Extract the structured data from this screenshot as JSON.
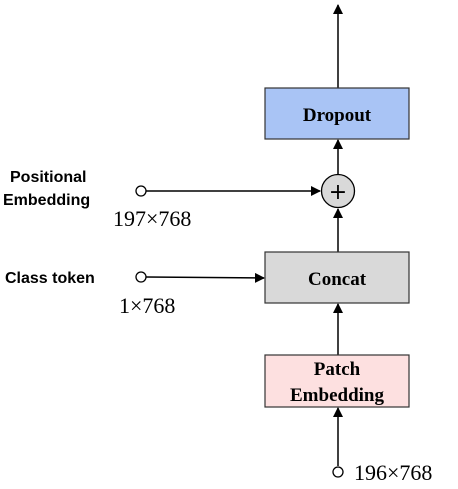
{
  "nodes": {
    "dropout": {
      "label": "Dropout",
      "fill": "#a9c4f5"
    },
    "concat": {
      "label": "Concat",
      "fill": "#d9d9d9"
    },
    "patch_embedding": {
      "label_line1": "Patch",
      "label_line2": "Embedding",
      "fill": "#fde0e0"
    },
    "add": {
      "symbol": "+",
      "fill": "#d9d9d9"
    }
  },
  "inputs": {
    "positional_embedding": {
      "label_line1": "Positional",
      "label_line2": "Embedding",
      "shape": "197×768"
    },
    "class_token": {
      "label": "Class token",
      "shape": "1×768"
    },
    "patch_input": {
      "shape": "196×768"
    }
  }
}
